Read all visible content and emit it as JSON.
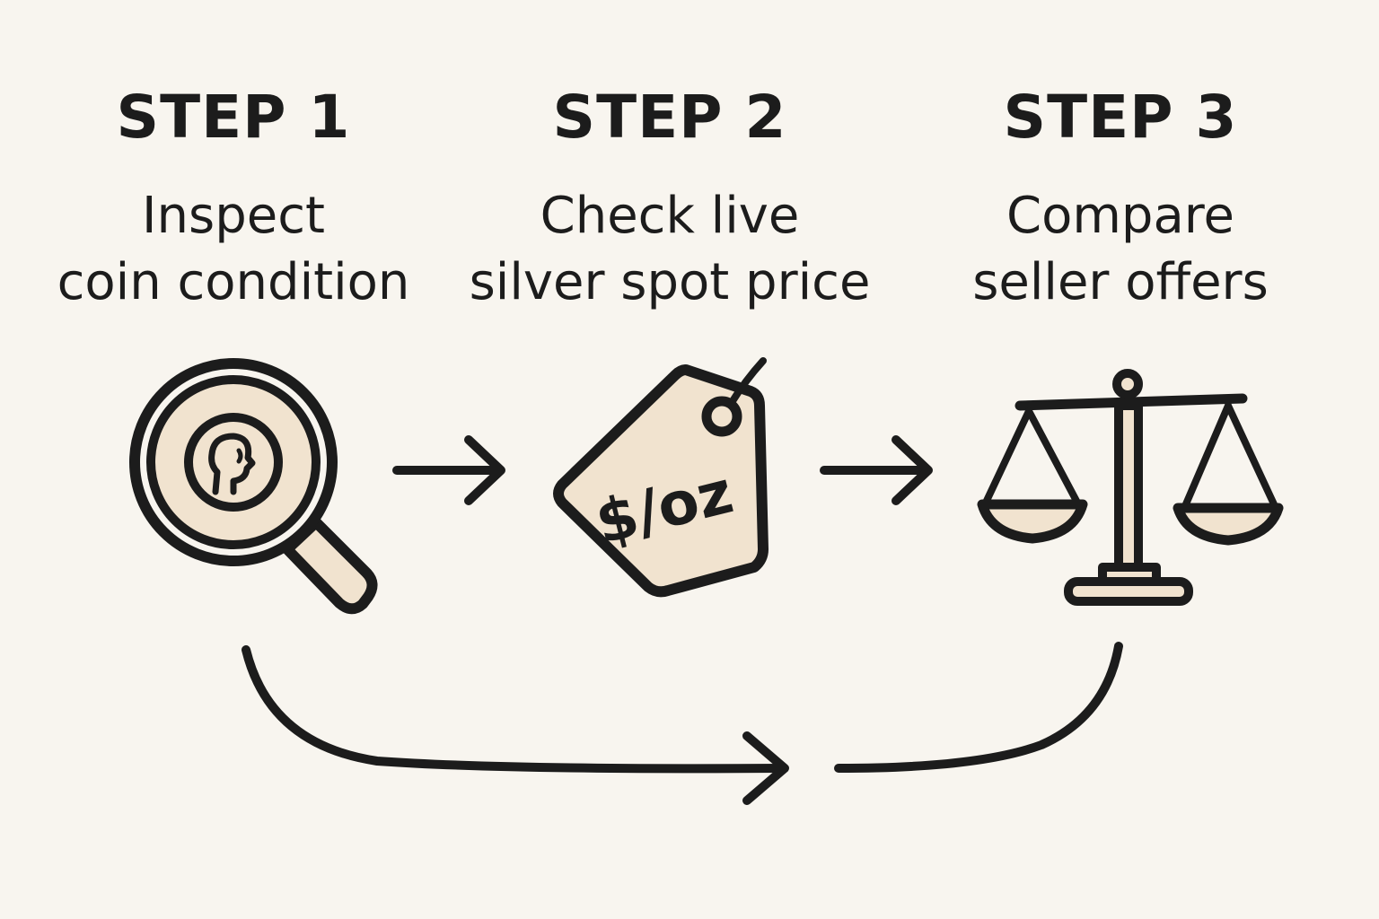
{
  "steps": [
    {
      "title": "STEP 1",
      "line1": "Inspect",
      "line2": "coin condition",
      "icon": "magnifier-coin-icon"
    },
    {
      "title": "STEP 2",
      "line1": "Check live",
      "line2": "silver spot price",
      "icon": "price-tag-icon"
    },
    {
      "title": "STEP 3",
      "line1": "Compare",
      "line2": "seller offers",
      "icon": "balance-scale-icon"
    }
  ],
  "tag_label": "$/oz",
  "colors": {
    "background": "#f8f5ef",
    "ink": "#1c1c1c",
    "accent_fill": "#f1e3cf"
  }
}
